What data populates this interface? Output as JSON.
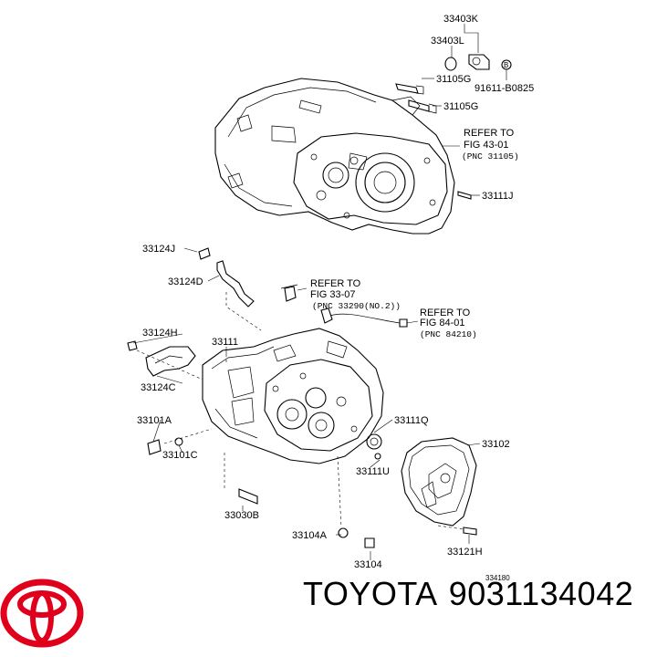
{
  "labels": {
    "p33403K": "33403K",
    "p33403L": "33403L",
    "p31105G_a": "31105G",
    "p31105G_b": "31105G",
    "b_marker": "B",
    "p91611": "91611-B0825",
    "refer1_a": "REFER TO",
    "refer1_b": "FIG 43-01",
    "refer1_c": "(PNC 31105)",
    "p33111J": "33111J",
    "p33124J": "33124J",
    "p33124D": "33124D",
    "refer2_a": "REFER TO",
    "refer2_b": "FIG 33-07",
    "refer2_c": "(PNC 33290(NO.2))",
    "refer3_a": "REFER TO",
    "refer3_b": "FIG 84-01",
    "refer3_c": "(PNC 84210)",
    "p33124H": "33124H",
    "p33111": "33111",
    "p33124C": "33124C",
    "p33101A": "33101A",
    "p33101C": "33101C",
    "p33111Q": "33111Q",
    "p33102": "33102",
    "p33111U": "33111U",
    "p33030B": "33030B",
    "p33104A": "33104A",
    "p33104": "33104",
    "p33121H": "33121H",
    "drawing_no": "334180"
  },
  "footer": {
    "brand": "TOYOTA",
    "part_number": "9031134042"
  },
  "colors": {
    "logo": "#e0001b",
    "ink": "#000000"
  }
}
